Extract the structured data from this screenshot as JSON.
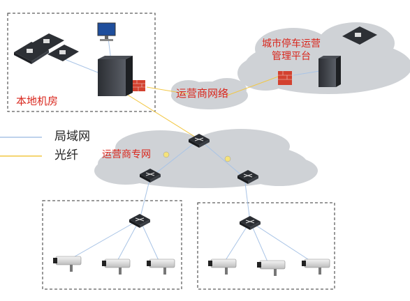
{
  "labels": {
    "local_room": "本地机房",
    "city_platform": "城市停车运营管理平台",
    "carrier_network": "运营商网络",
    "carrier_private": "运营商专网"
  },
  "legend": {
    "lan": "局域网",
    "fiber": "光纤",
    "lan_color": "#a9c4e6",
    "fiber_color": "#f2c744"
  },
  "colors": {
    "accent_red": "#d9261c",
    "cloud": "#cfd2d6",
    "dashed_border": "#333333"
  },
  "icons": [
    "server-rack-icon",
    "monitor-icon",
    "firewall-icon",
    "router-icon",
    "switch-icon",
    "camera-icon",
    "cloud-icon"
  ]
}
